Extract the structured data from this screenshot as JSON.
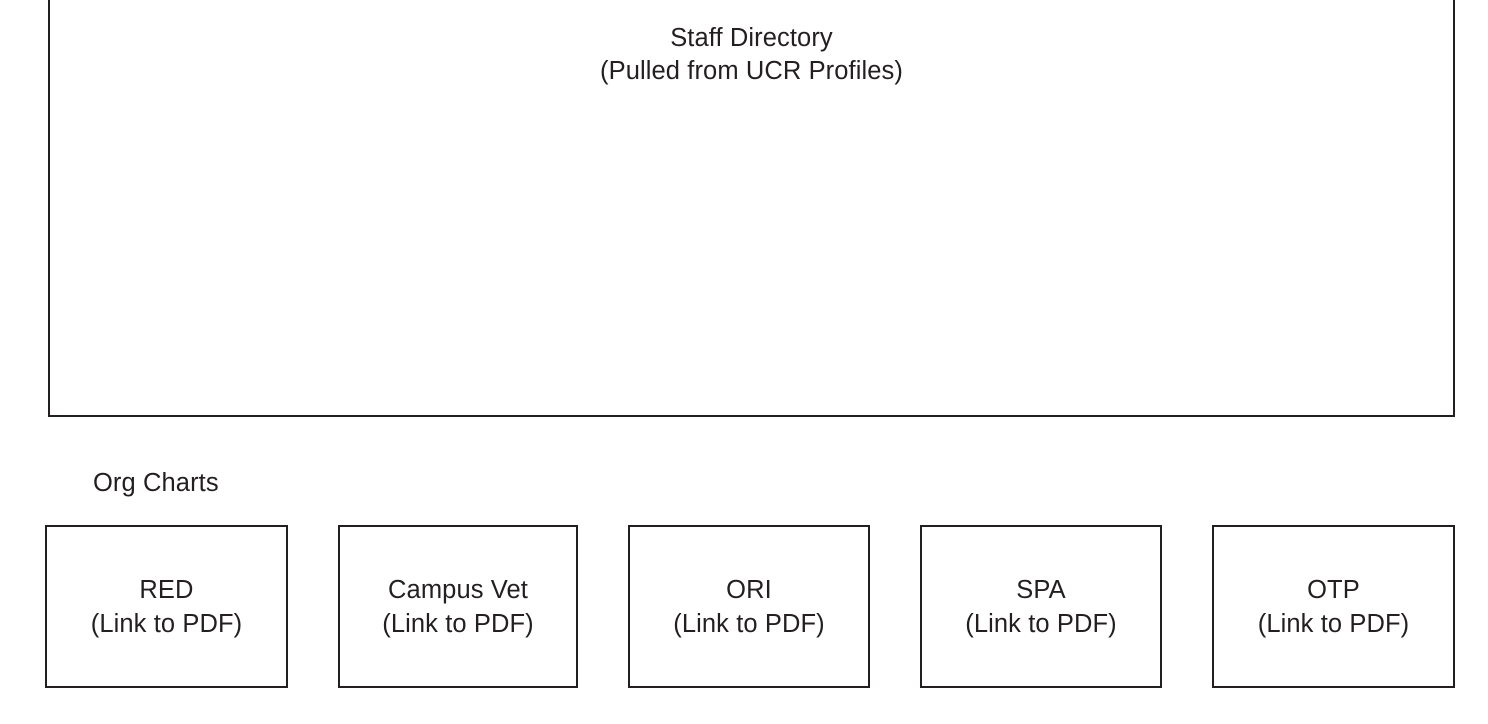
{
  "colors": {
    "text": "#231f20",
    "border": "#231f20",
    "background": "#ffffff"
  },
  "staff_directory": {
    "title": "Staff Directory",
    "subtitle": "(Pulled from UCR Profiles)"
  },
  "org_charts": {
    "section_label": "Org Charts",
    "boxes": [
      {
        "title": "RED",
        "sub": "(Link to PDF)"
      },
      {
        "title": "Campus Vet",
        "sub": "(Link to PDF)"
      },
      {
        "title": "ORI",
        "sub": "(Link to PDF)"
      },
      {
        "title": "SPA",
        "sub": "(Link to PDF)"
      },
      {
        "title": "OTP",
        "sub": "(Link to PDF)"
      }
    ]
  }
}
